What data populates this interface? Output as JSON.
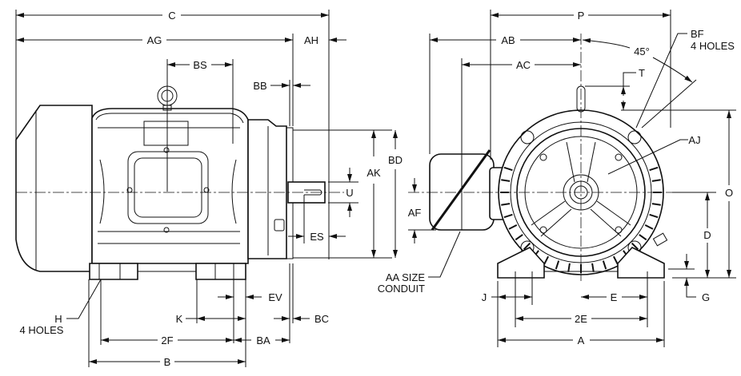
{
  "title": "Motor Dimension Drawing",
  "side_view": {
    "labels": {
      "C": "C",
      "AG": "AG",
      "AH": "AH",
      "BS": "BS",
      "BB": "BB",
      "AK": "AK",
      "BD": "BD",
      "U": "U",
      "ES": "ES",
      "EV": "EV",
      "K": "K",
      "BC": "BC",
      "2F": "2F",
      "BA": "BA",
      "B": "B",
      "H": "H",
      "H_note": "4 HOLES"
    }
  },
  "end_view": {
    "labels": {
      "P": "P",
      "AB": "AB",
      "AC": "AC",
      "angle": "45°",
      "BF": "BF",
      "BF_note": "4 HOLES",
      "T": "T",
      "AJ": "AJ",
      "O": "O",
      "D": "D",
      "AF": "AF",
      "AA": "AA SIZE",
      "AA_note": "CONDUIT",
      "J": "J",
      "E": "E",
      "2E": "2E",
      "A": "A",
      "G": "G"
    }
  }
}
